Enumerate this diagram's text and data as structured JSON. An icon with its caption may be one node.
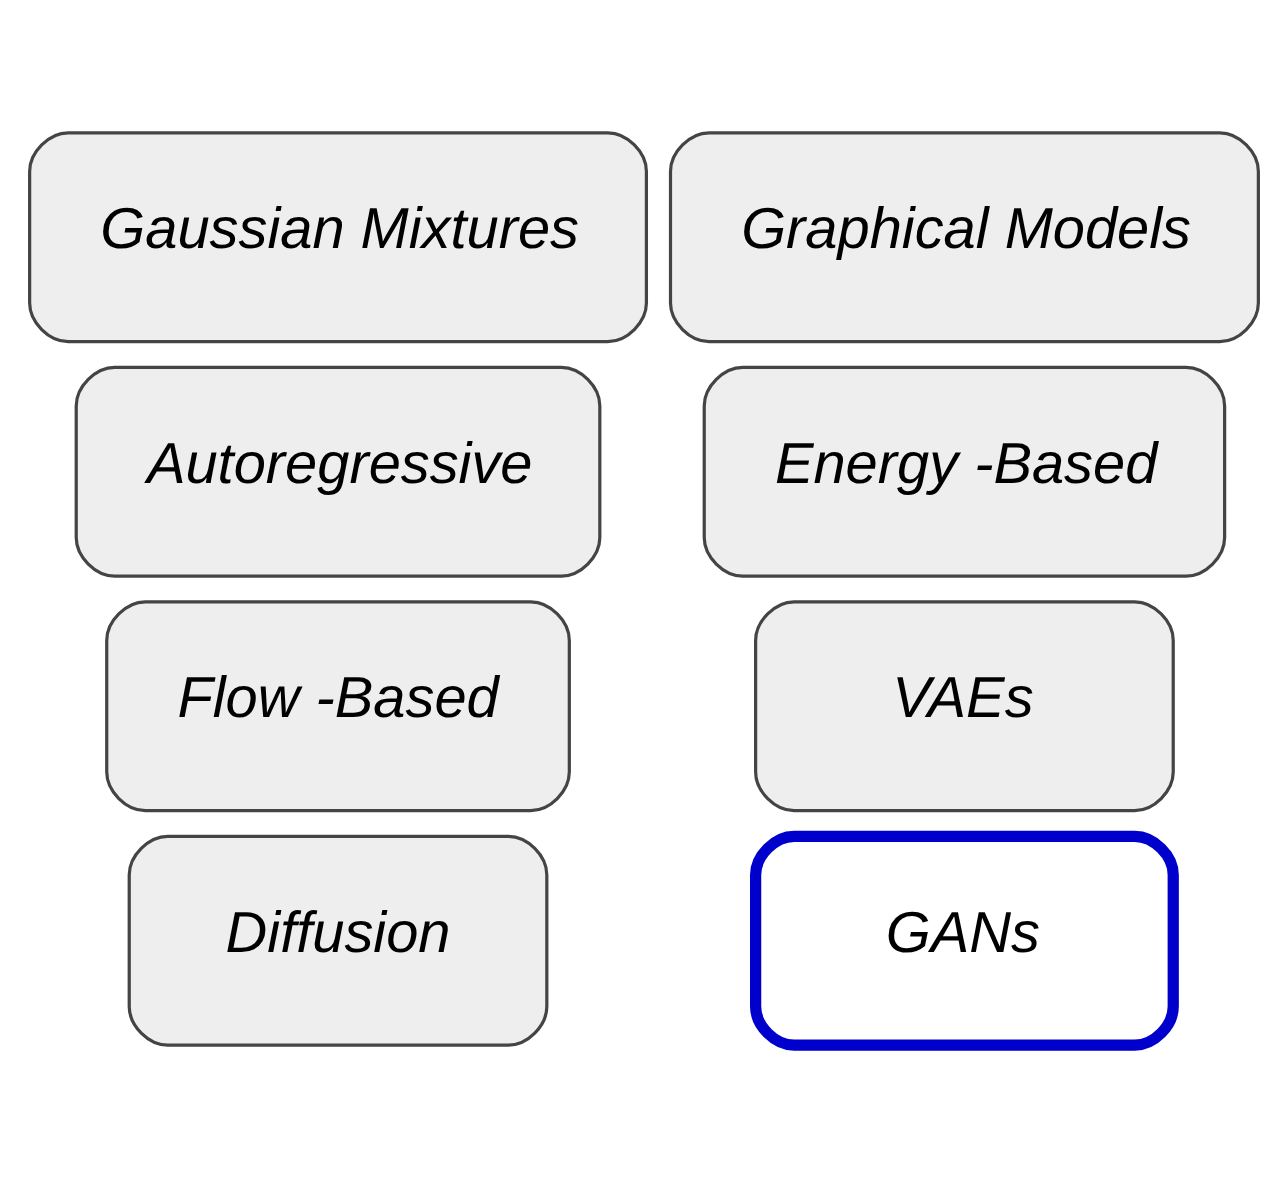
{
  "diagram": {
    "nodes": [
      {
        "text": [
          "VAEs"
        ]
      },
      {
        "text": [
          "Diffusion"
        ]
      },
      {
        "text": [
          "Flow -Based"
        ]
      },
      {
        "text": [
          "Autoregressive"
        ]
      },
      {
        "text": [
          "Energy -Based"
        ]
      },
      {
        "text": [
          "GANs"
        ]
      },
      {
        "text": [
          "Graphical Models"
        ]
      },
      {
        "text": [
          "Gaussian Mixtures"
        ]
      }
    ]
  }
}
